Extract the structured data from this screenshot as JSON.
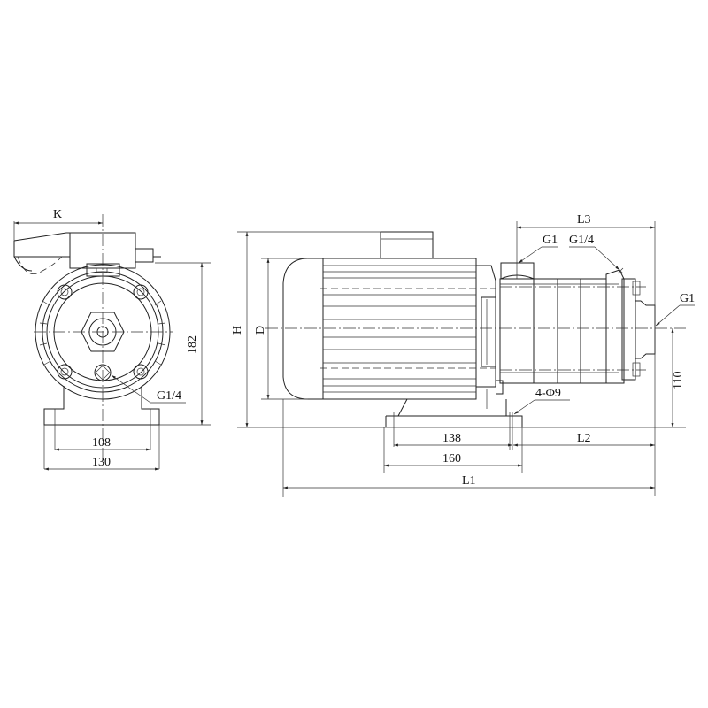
{
  "drawing": {
    "front_view": {
      "dimensions": {
        "k": "K",
        "height": "182",
        "base_inner": "108",
        "base_outer": "130"
      },
      "callouts": {
        "drain_port": "G1/4"
      }
    },
    "side_view": {
      "dimensions": {
        "overall_height": "H",
        "motor_diameter": "D",
        "l3": "L3",
        "shaft_height": "110",
        "hole_spacing": "138",
        "base_length": "160",
        "l2": "L2",
        "l1": "L1"
      },
      "callouts": {
        "inlet": "G1",
        "vent_port": "G1/4",
        "outlet": "G1",
        "mounting_holes": "4-Φ9"
      }
    },
    "colors": {
      "line": "#222222",
      "background": "#ffffff"
    }
  }
}
